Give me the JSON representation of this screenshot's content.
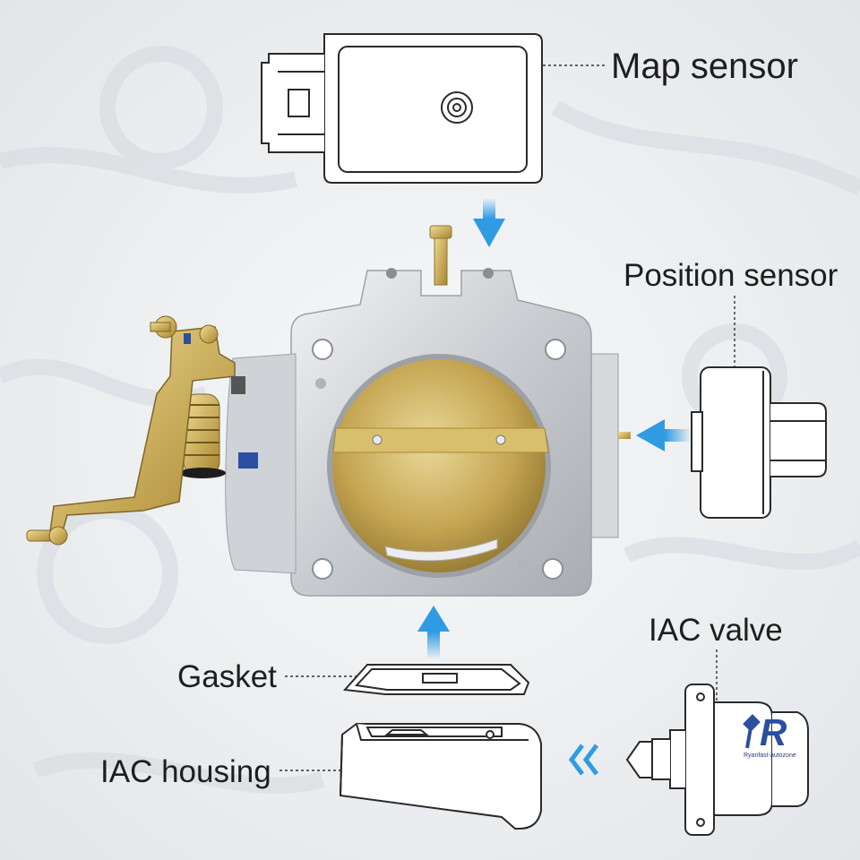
{
  "labels": {
    "map_sensor": "Map sensor",
    "position_sensor": "Position sensor",
    "iac_valve": "IAC valve",
    "gasket": "Gasket",
    "iac_housing": "IAC housing"
  },
  "watermark": {
    "logo_letters": "R",
    "caption": "Ryanfast-autozone"
  },
  "colors": {
    "arrow_blue": "#2f9be3",
    "body_silver": "#c9ccd0",
    "brass": "#b99a3d",
    "line": "#2a2a2a",
    "logo_blue": "#2b4ea0"
  },
  "icons": {
    "down_arrow": "down-arrow-icon",
    "left_arrow": "left-arrow-icon",
    "up_arrow": "up-arrow-icon",
    "double_chevron": "double-chevron-left-icon"
  }
}
